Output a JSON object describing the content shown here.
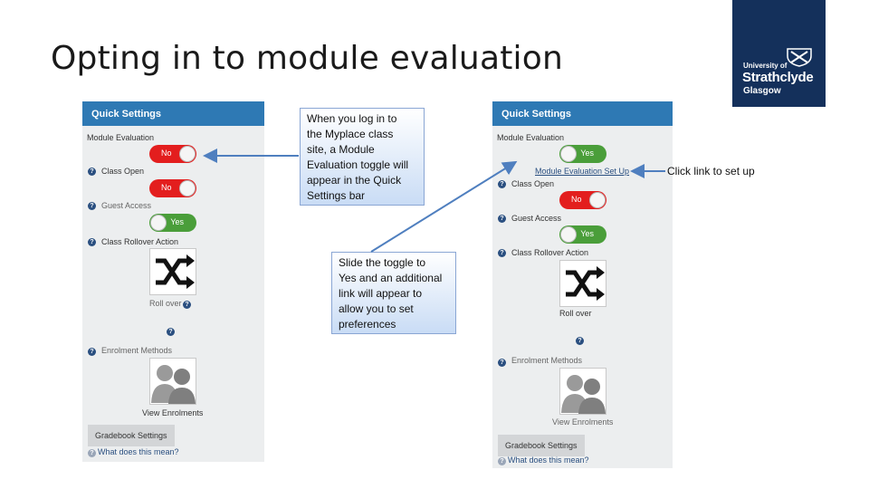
{
  "slide": {
    "title": "Opting in to module evaluation"
  },
  "logo": {
    "university_of": "University of",
    "name": "Strathclyde",
    "city": "Glasgow"
  },
  "left_panel": {
    "header": "Quick Settings",
    "module_evaluation_label": "Module Evaluation",
    "module_evaluation_toggle": "No",
    "class_open_label": "Class Open",
    "class_open_toggle": "No",
    "guest_access_label": "Guest Access",
    "guest_access_toggle": "Yes",
    "rollover_label": "Class Rollover Action",
    "rollover_caption": "Roll over",
    "enrolment_label": "Enrolment Methods",
    "enrolment_caption": "View Enrolments",
    "gradebook_button": "Gradebook Settings",
    "what_link": "What does this mean?"
  },
  "right_panel": {
    "header": "Quick Settings",
    "module_evaluation_label": "Module Evaluation",
    "module_evaluation_toggle": "Yes",
    "setup_link": "Module Evaluation Set Up",
    "class_open_label": "Class Open",
    "class_open_toggle": "No",
    "guest_access_label": "Guest Access",
    "guest_access_toggle": "Yes",
    "rollover_label": "Class Rollover Action",
    "rollover_caption": "Roll over",
    "enrolment_label": "Enrolment Methods",
    "enrolment_caption": "View Enrolments",
    "gradebook_button": "Gradebook Settings",
    "what_link": "What does this mean?"
  },
  "callouts": {
    "login": [
      "When you log in to",
      "the Myplace class",
      "site, a Module",
      "Evaluation toggle will",
      "appear in the Quick",
      "Settings bar"
    ],
    "slide": [
      "Slide the toggle to",
      "Yes and an additional",
      "link will appear to",
      "allow you to set",
      "preferences"
    ],
    "setup": "Click link to set up"
  },
  "colors": {
    "panel_header": "#2e79b4",
    "toggle_no": "#e31e1e",
    "toggle_yes": "#4a9e3a",
    "logo_bg": "#14305b",
    "arrow": "#4f7fbf"
  }
}
